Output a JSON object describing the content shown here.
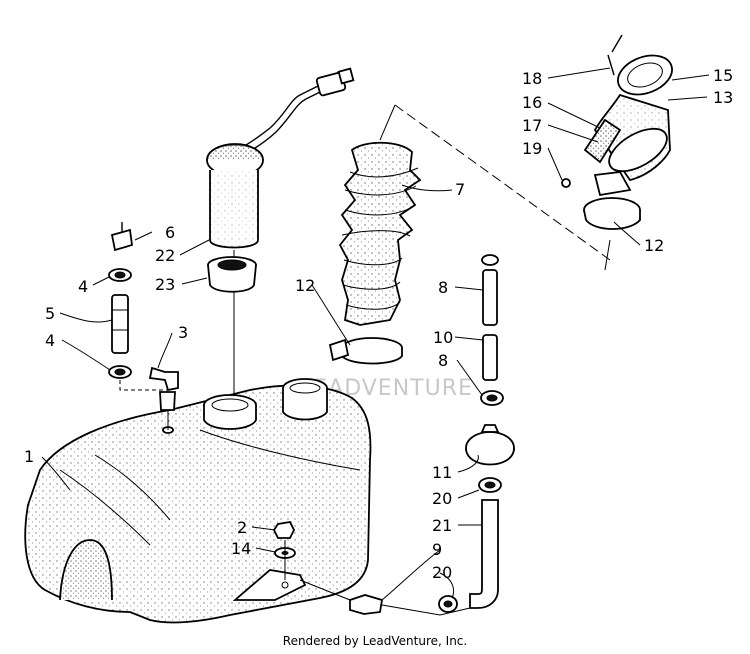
{
  "watermark": "LEADVENTURE",
  "footer": "Rendered by LeadVenture, Inc.",
  "callouts": {
    "c1": "1",
    "c2": "2",
    "c3": "3",
    "c4a": "4",
    "c4b": "4",
    "c5": "5",
    "c6": "6",
    "c7": "7",
    "c8a": "8",
    "c8b": "8",
    "c9": "9",
    "c10": "10",
    "c11": "11",
    "c12a": "12",
    "c12b": "12",
    "c13": "13",
    "c14": "14",
    "c15": "15",
    "c16": "16",
    "c17": "17",
    "c18": "18",
    "c19": "19",
    "c20a": "20",
    "c20b": "20",
    "c21": "21",
    "c22": "22",
    "c23": "23"
  }
}
